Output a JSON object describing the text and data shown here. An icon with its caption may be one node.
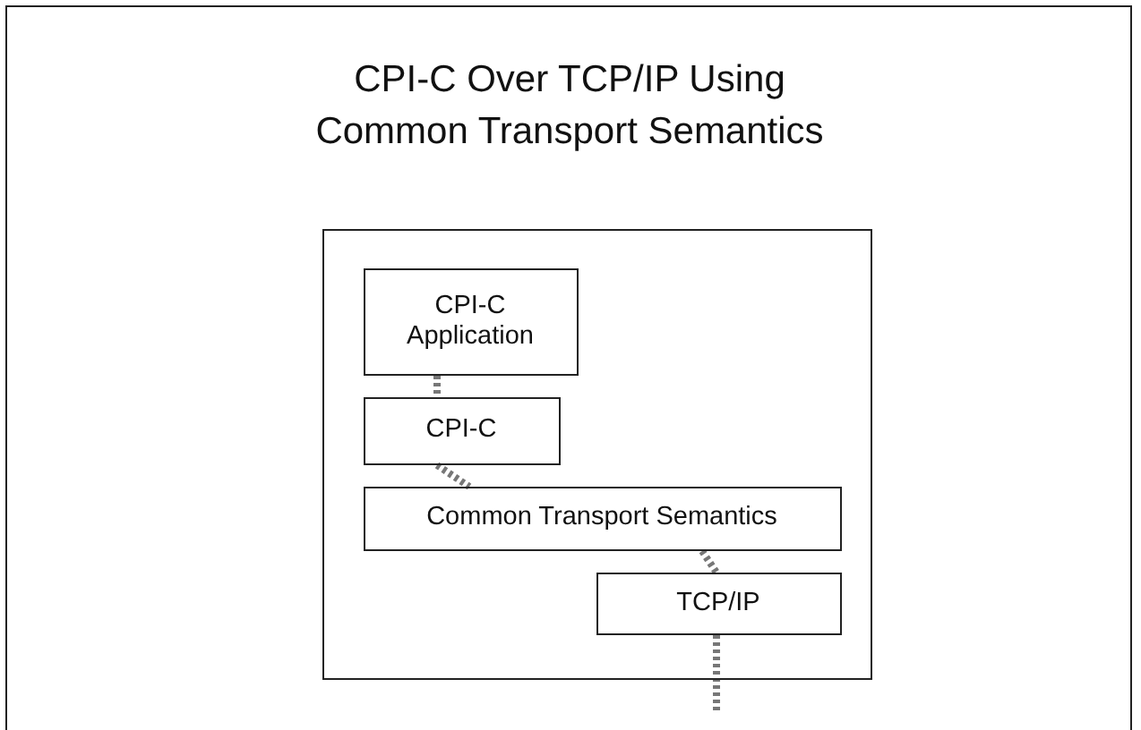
{
  "diagram": {
    "title": "CPI-C Over TCP/IP Using Common Transport Semantics",
    "nodes": [
      {
        "text": [],
        "shape": "box"
      },
      {
        "text": [
          "CPI-C Application"
        ],
        "in": 0
      },
      {
        "text": [
          "CPI-C"
        ],
        "in": 0
      },
      {
        "text": [
          "Common Transport Semantics"
        ],
        "in": 0
      },
      {
        "text": [
          "TCP/IP"
        ],
        "in": 0
      }
    ],
    "edges": [
      {
        "from": 1,
        "to": 2,
        "arrow": "none",
        "style": "dashed"
      },
      {
        "from": 2,
        "to": 3,
        "arrow": "none",
        "style": "dashed"
      },
      {
        "from": 3,
        "to": 4,
        "arrow": "none",
        "style": "dashed"
      },
      {
        "from": 4,
        "to": null,
        "arrow": "none",
        "style": "dashed"
      }
    ]
  }
}
